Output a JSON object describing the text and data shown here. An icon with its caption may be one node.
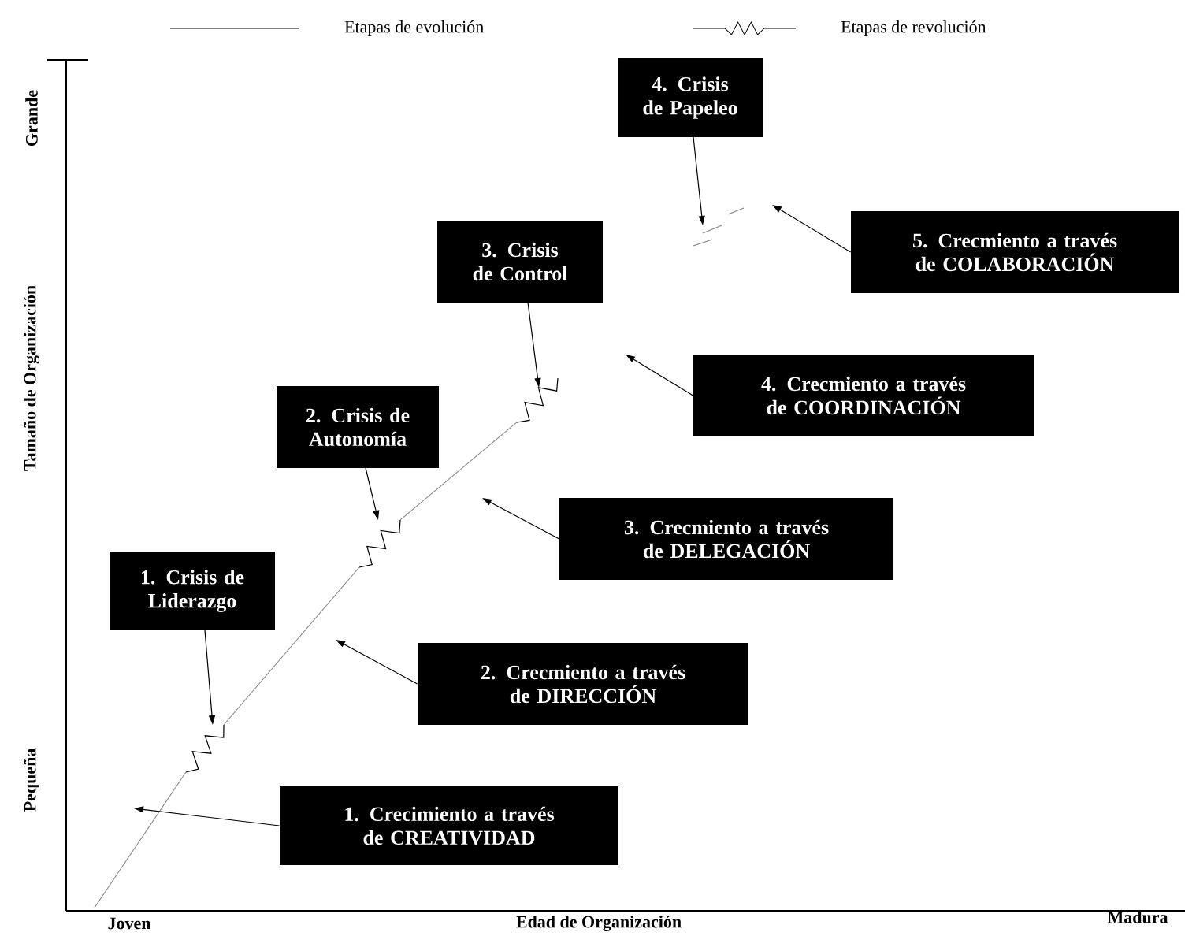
{
  "diagram": {
    "nodes": [
      {
        "text": [
          "1. Crisis de Liderazgo"
        ]
      },
      {
        "text": [
          "2. Crisis de Autonomía"
        ]
      },
      {
        "text": [
          "3. Crisis de Control"
        ]
      },
      {
        "text": [
          "4. Crisis de Papeleo"
        ]
      },
      {
        "text": [
          "1. Crecimiento a través de CREATIVIDAD"
        ]
      },
      {
        "text": [
          "2. Crecmiento a través de DIRECCIÓN"
        ]
      },
      {
        "text": [
          "3. Crecmiento a través de DELEGACIÓN"
        ]
      },
      {
        "text": [
          "4. Crecmiento a través de COORDINACIÓN"
        ]
      },
      {
        "text": [
          "5. Crecmiento a través de COLABORACIÓN"
        ]
      }
    ],
    "edges": [
      {
        "from": 0,
        "to": null,
        "arrow": "to"
      },
      {
        "from": 1,
        "to": null,
        "arrow": "to"
      },
      {
        "from": 2,
        "to": null,
        "arrow": "to"
      },
      {
        "from": 3,
        "to": null,
        "arrow": "to"
      },
      {
        "from": 4,
        "to": null,
        "arrow": "to"
      },
      {
        "from": 5,
        "to": null,
        "arrow": "to"
      },
      {
        "from": 6,
        "to": null,
        "arrow": "to"
      },
      {
        "from": 7,
        "to": null,
        "arrow": "to"
      },
      {
        "from": 8,
        "to": null,
        "arrow": "to"
      }
    ],
    "labels": [
      "Grande",
      "Tamaño de Organización",
      "Pequeña",
      "Joven",
      "Edad de Organización",
      "Madura"
    ],
    "legend": [
      {
        "text": "Etapas de evolución"
      },
      {
        "text": "Etapas de revolución"
      }
    ]
  }
}
